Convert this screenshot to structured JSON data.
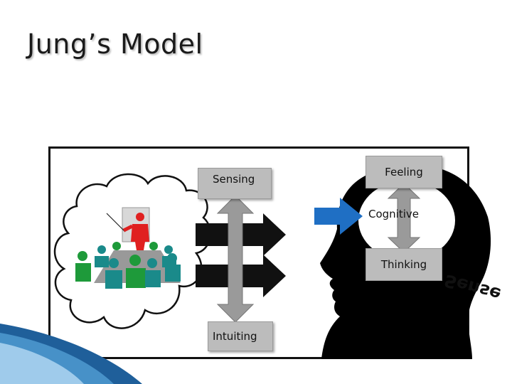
{
  "slide": {
    "title": "Jung’s Model"
  },
  "diagram": {
    "perception_axis": {
      "top_label": "Sensing",
      "bottom_label": "Intuiting"
    },
    "judgment_axis": {
      "top_label": "Feeling",
      "middle_label": "Cognitive",
      "bottom_label": "Thinking"
    },
    "rotated_label": "Sense"
  },
  "colors": {
    "frame": "#111111",
    "label_box": "#bcbcbc",
    "axis_arrow": "#9a9a9a",
    "input_arrows": "#111111",
    "head_silhouette": "#000000",
    "brain_oval": "#ffffff",
    "blue_arrow": "#1f6fc4",
    "presenter_red": "#e02020",
    "audience_green": "#1e9a3a",
    "audience_teal": "#1a8a8a",
    "accent_wave": "#2f7fc1"
  },
  "icons": [
    "thought-cloud-icon",
    "presenter-icon",
    "audience-icon",
    "head-silhouette-icon",
    "blue-arrow-icon"
  ]
}
